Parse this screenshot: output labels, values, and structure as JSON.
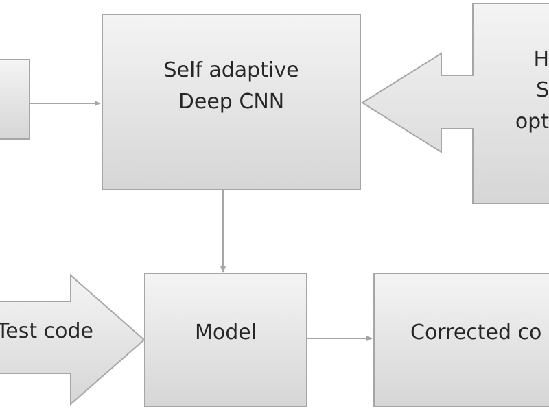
{
  "diagram": {
    "nodes": {
      "input_box": {
        "label": ""
      },
      "self_adaptive": {
        "line1": "Self adaptive",
        "line2": "Deep CNN"
      },
      "optimizer": {
        "line1": "H",
        "line2": "S",
        "line3": "opt"
      },
      "test_code": {
        "label": "Test code"
      },
      "model": {
        "label": "Model"
      },
      "corrected": {
        "label": "Corrected co"
      }
    },
    "colors": {
      "box_top": "#f4f4f4",
      "box_bottom": "#d6d6d6",
      "border": "#a6a6a6",
      "connector": "#a6a6a6",
      "text": "#262626"
    }
  }
}
